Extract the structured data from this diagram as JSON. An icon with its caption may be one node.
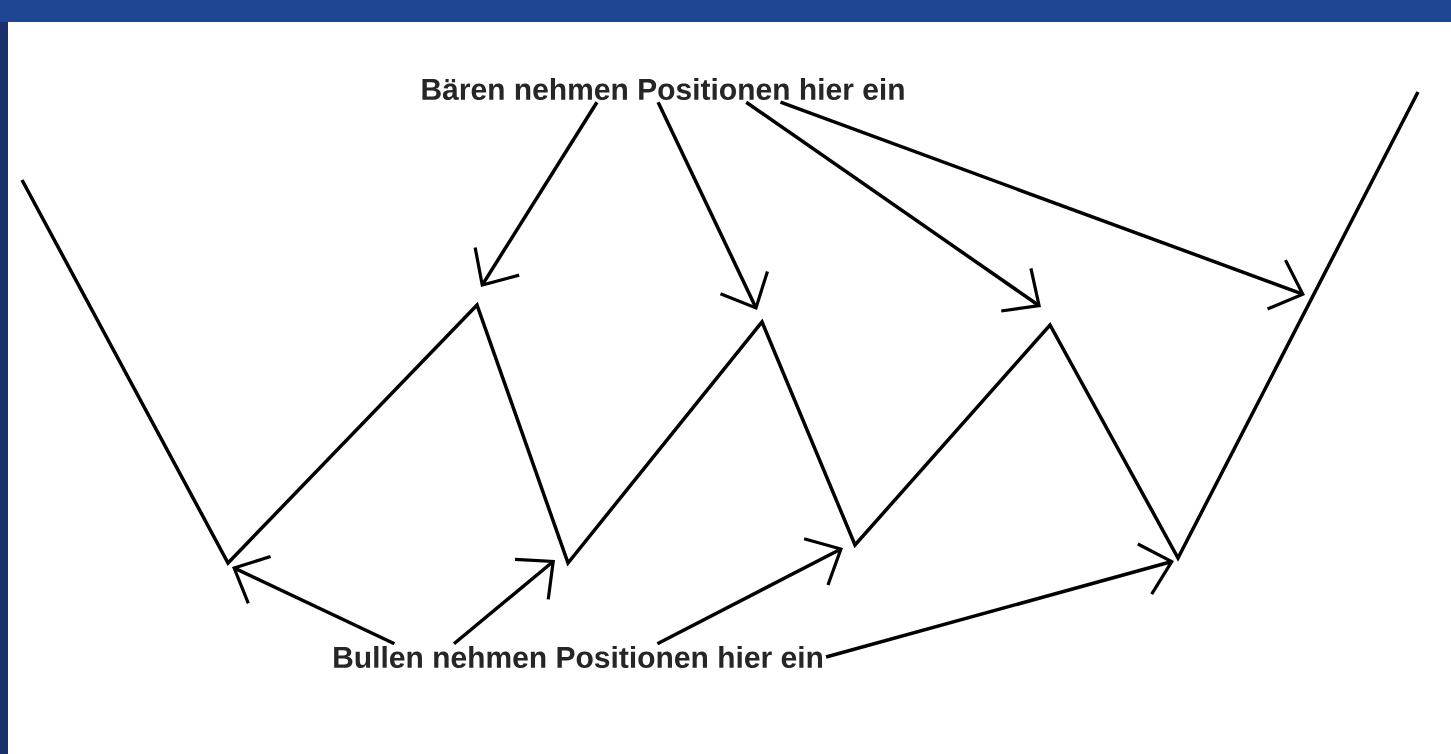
{
  "diagram": {
    "nodes": [
      {
        "text": [
          "Bären nehmen Positionen hier ein"
        ]
      },
      {
        "text": [
          "Bullen nehmen Positionen hier ein"
        ]
      }
    ],
    "edges": [
      {
        "from": 0,
        "to": null,
        "arrow": "to"
      },
      {
        "from": 0,
        "to": null,
        "arrow": "to"
      },
      {
        "from": 0,
        "to": null,
        "arrow": "to"
      },
      {
        "from": 0,
        "to": null,
        "arrow": "to"
      },
      {
        "from": 1,
        "to": null,
        "arrow": "to"
      },
      {
        "from": 1,
        "to": null,
        "arrow": "to"
      },
      {
        "from": 1,
        "to": null,
        "arrow": "to"
      },
      {
        "from": 1,
        "to": null,
        "arrow": "to"
      }
    ]
  }
}
